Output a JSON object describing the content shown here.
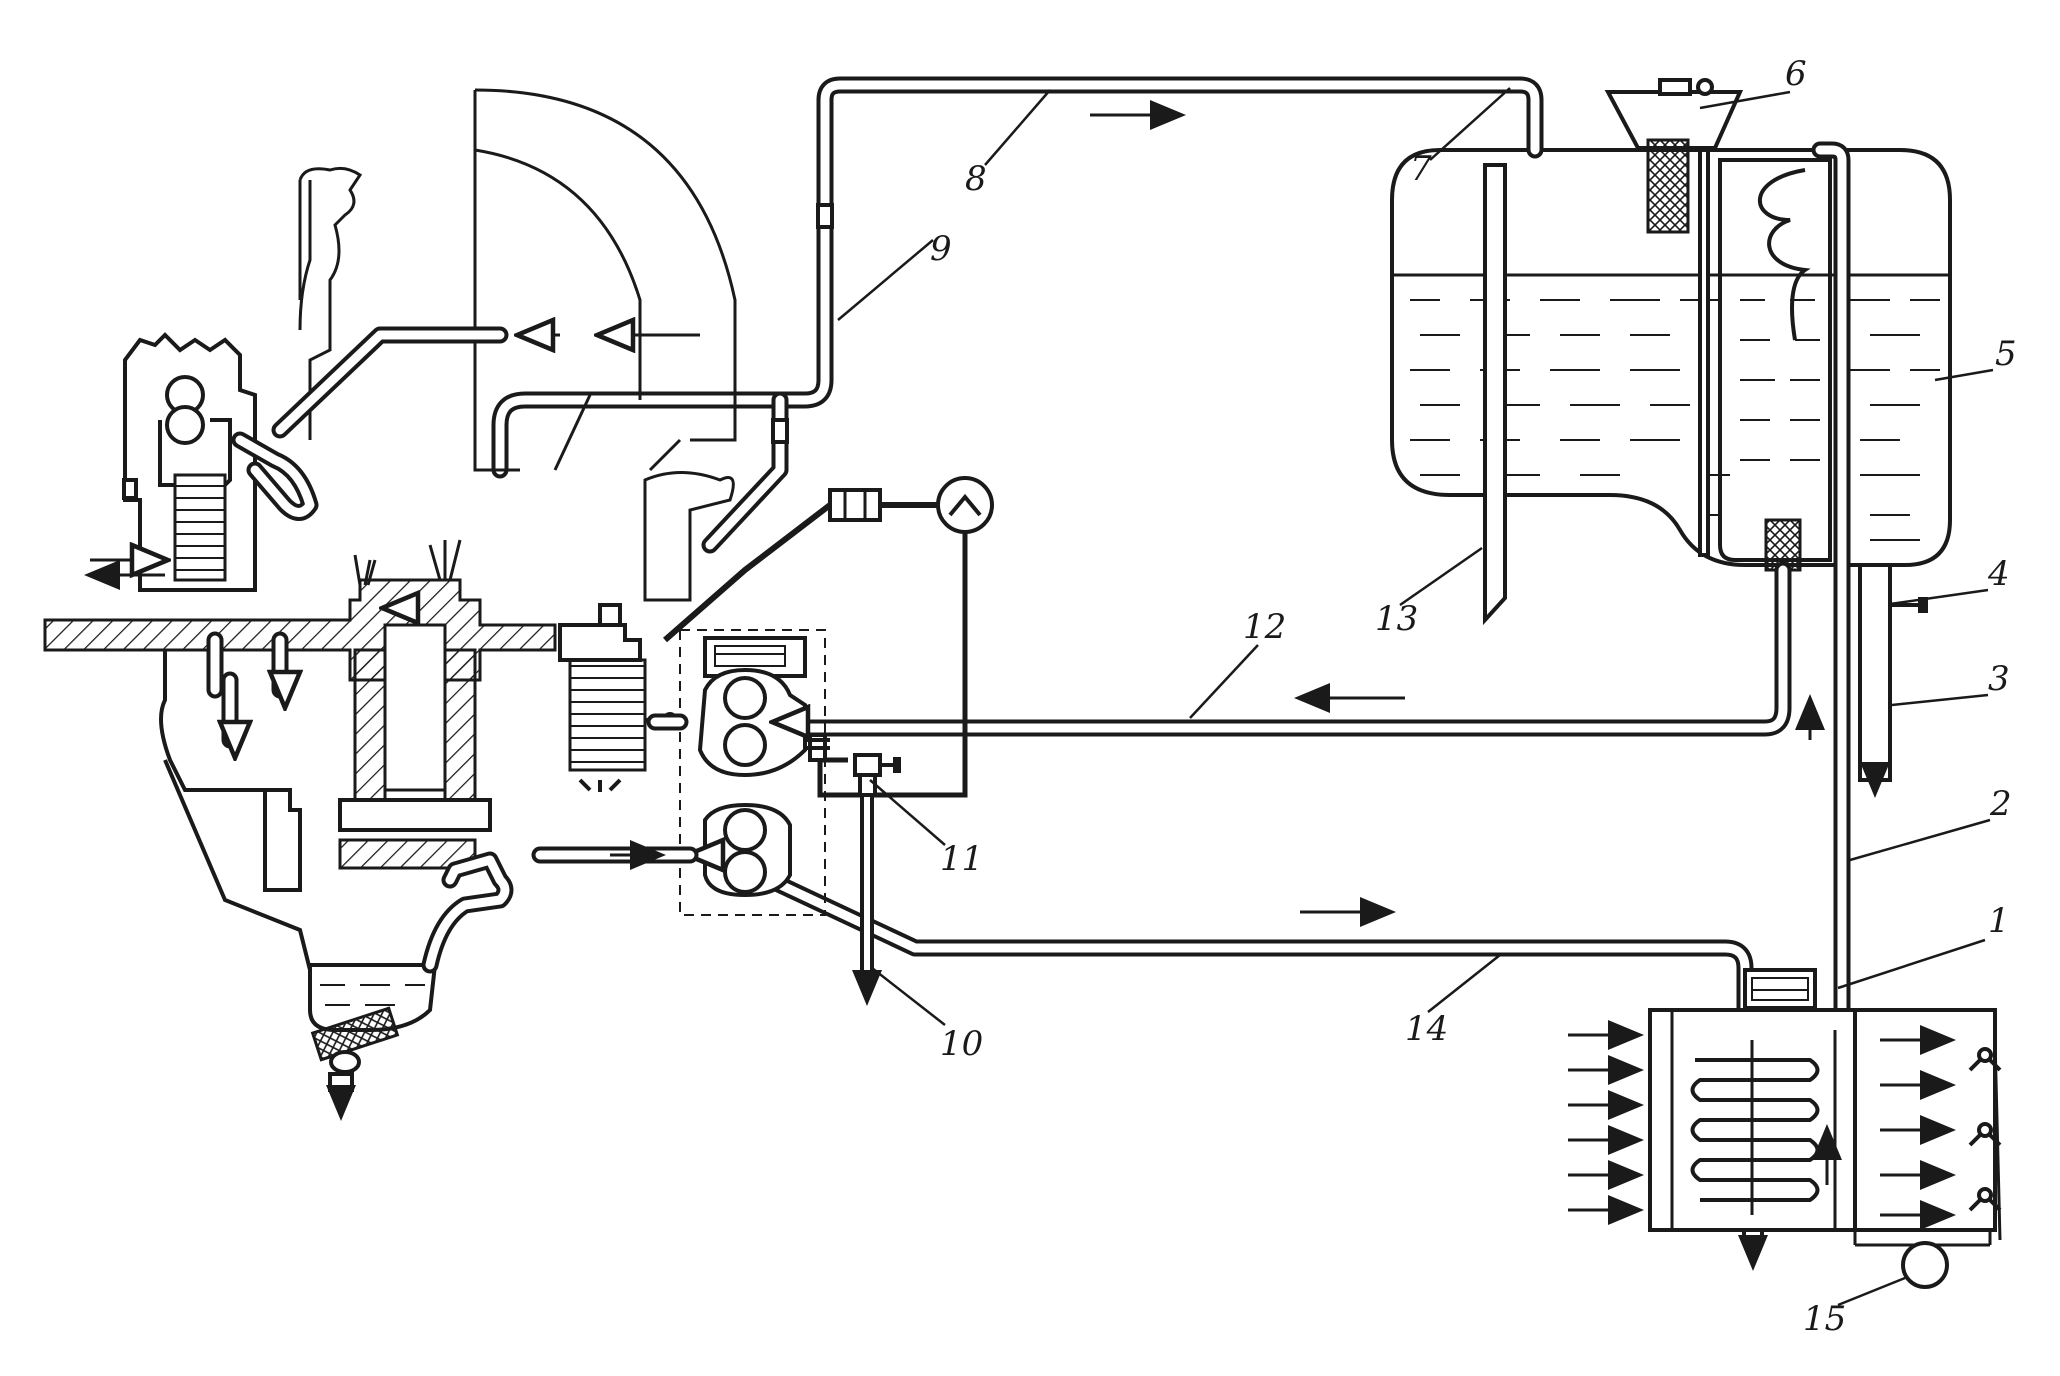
{
  "labels": {
    "n1": "1",
    "n2": "2",
    "n3": "3",
    "n4": "4",
    "n5": "5",
    "n6": "6",
    "n7": "7",
    "n8": "8",
    "n9": "9",
    "n10": "10",
    "n11": "11",
    "n12": "12",
    "n13": "13",
    "n14": "14",
    "n15": "15"
  },
  "colors": {
    "ink": "#1a1a1a",
    "paper": "#ffffff"
  }
}
